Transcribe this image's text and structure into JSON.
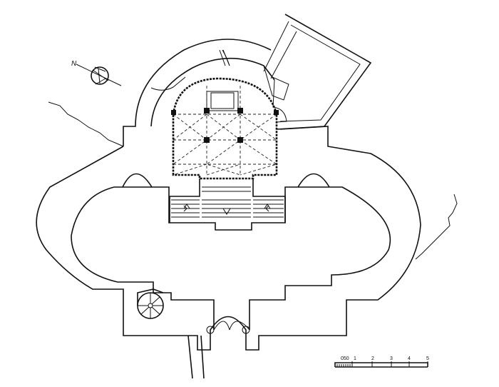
{
  "north_label": "N",
  "scale_bar": {
    "tick_labels": [
      "050",
      "1",
      "2",
      "3",
      "4",
      "5"
    ]
  },
  "colors": {
    "ink": "#111111",
    "paper": "#ffffff"
  }
}
